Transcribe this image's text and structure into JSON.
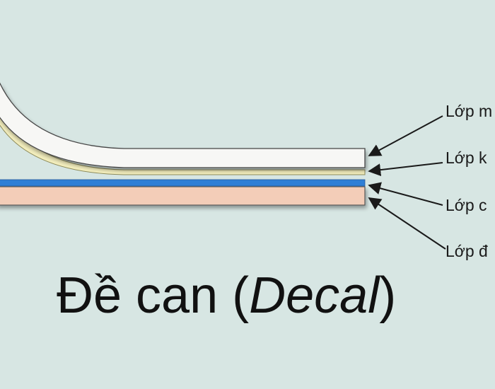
{
  "diagram": {
    "labels": [
      "Lớp m",
      "Lớp k",
      "Lớp c",
      "Lớp đ"
    ],
    "caption": {
      "main": "Đề can (",
      "italic": "Decal",
      "close": ")"
    },
    "colors": {
      "background": "#d7e6e3",
      "top_layer": "#f7f7f5",
      "adhesive_layer": "#f4efbe",
      "blue_layer": "#2f7fd6",
      "backing_layer": "#f3cdb8",
      "outline": "#555555",
      "arrow": "#1a1a1a"
    }
  }
}
